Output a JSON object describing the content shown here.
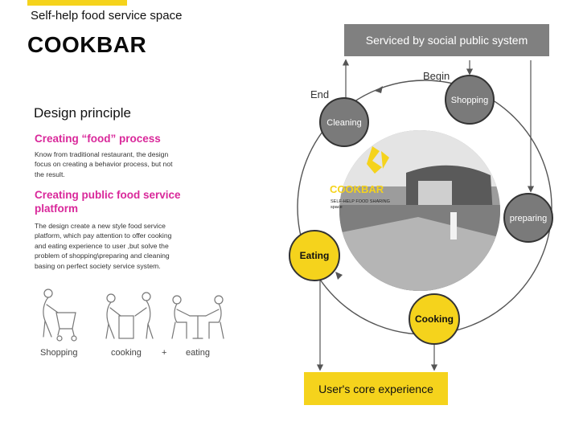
{
  "header": {
    "subtitle": "Self-help food service space",
    "brand": "COOKBAR"
  },
  "principle": {
    "title": "Design principle",
    "section1": {
      "heading": "Creating “food” process",
      "lines": [
        "Know from traditional restaurant, the design",
        "focus on creating a behavior process, but not",
        "the result."
      ]
    },
    "section2": {
      "heading_lines": [
        "Creating public food service",
        "platform"
      ],
      "lines": [
        "The design create a new style food service",
        "platform, which pay attention to offer cooking",
        "and eating experience to user ,but solve the",
        "problem of shopping\\preparing and cleaning",
        "basing on perfect society service system."
      ]
    },
    "figure_captions": {
      "shopping": "Shopping",
      "cooking": "cooking",
      "plus": "+",
      "eating": "eating"
    }
  },
  "diagram": {
    "service_box": "Serviced by social public system",
    "begin": "Begin",
    "end": "End",
    "nodes": {
      "shopping": "Shopping",
      "cleaning": "Cleaning",
      "preparing": "preparing",
      "eating": "Eating",
      "cooking": "Cooking"
    },
    "logo_text": "COOKBAR",
    "logo_sub_lines": [
      "SELF-HELP FOOD SHARING",
      "space"
    ],
    "core_box": "User's core experience"
  },
  "colors": {
    "accent_yellow": "#f5d31c",
    "heading_magenta": "#d9289a",
    "node_gray": "#7a7a7a",
    "box_gray": "#808080"
  }
}
